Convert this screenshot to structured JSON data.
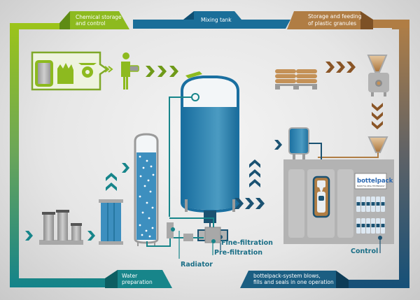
{
  "banners": {
    "chemical": {
      "line1": "Chemical storage",
      "line2": "and control"
    },
    "mixing": {
      "line1": "Mixing tank"
    },
    "granules": {
      "line1": "Storage and feeding",
      "line2": "of plastic granules"
    },
    "water": {
      "line1": "Water",
      "line2": "preparation"
    },
    "bottelpack": {
      "line1": "bottelpack-system blows,",
      "line2": "fills and seals in one operation"
    }
  },
  "labels": {
    "fine_filtration": "Fine-filtration",
    "pre_filtration": "Pre-filtration",
    "radiator": "Radiator",
    "control": "Control"
  },
  "machine_logo": {
    "brand": "bottelpack",
    "tagline": "BLOW FILL SEAL TECHNOLOGY"
  },
  "colors": {
    "green": "#8dba1f",
    "teal": "#17858a",
    "blue": "#1f6f99",
    "brown": "#b07d44",
    "navy": "#1b5272"
  }
}
